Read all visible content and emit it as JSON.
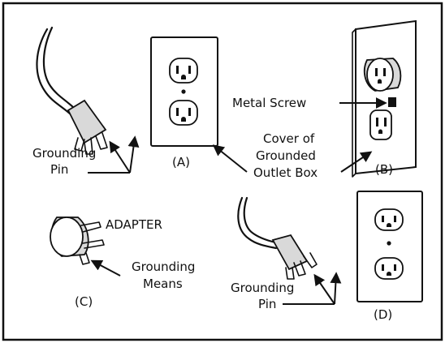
{
  "labels": {
    "grounding_pin_a": [
      "Grounding",
      "Pin"
    ],
    "letter_a": "(A)",
    "metal_screw": "Metal Screw",
    "cover_box": [
      "Cover of",
      "Grounded",
      "Outlet Box"
    ],
    "letter_b": "(B)",
    "adapter": "ADAPTER",
    "grounding_means": [
      "Grounding",
      "Means"
    ],
    "letter_c": "(C)",
    "grounding_pin_d": [
      "Grounding",
      "Pin"
    ],
    "letter_d": "(D)"
  },
  "icons": {
    "plug": "three-prong-plug-icon",
    "outlet": "duplex-outlet-icon",
    "adapter": "adapter-plug-icon"
  },
  "colors": {
    "ink": "#111111",
    "shade": "#d9d9d9",
    "paper": "#ffffff"
  }
}
